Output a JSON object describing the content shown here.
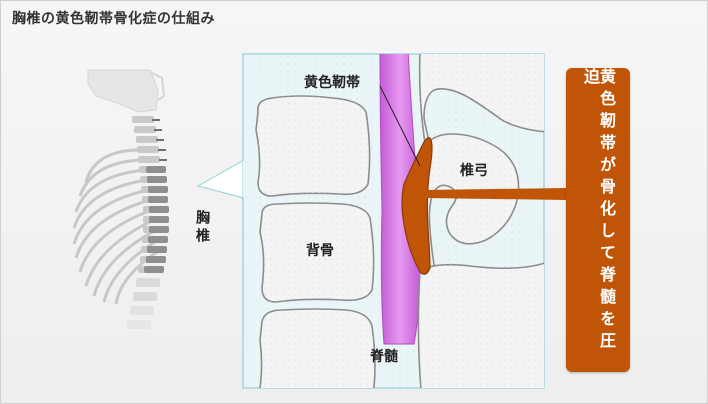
{
  "title": "胸椎の黄色靭帯骨化症の仕組み",
  "labels": {
    "thoracic": "胸椎",
    "ligament": "黄色靭帯",
    "lamina": "椎弓",
    "vertebral_body": "背骨",
    "spinal_cord": "脊髄"
  },
  "callout": {
    "text": "黄色靭帯が骨化して脊髄を圧迫"
  },
  "colors": {
    "spinal_cord": "#d977e8",
    "ossified_ligament": "#c05508",
    "bone": "#f4f4f4",
    "panel_bg": "#e9f5f6",
    "panel_border": "#8fcfd8"
  }
}
